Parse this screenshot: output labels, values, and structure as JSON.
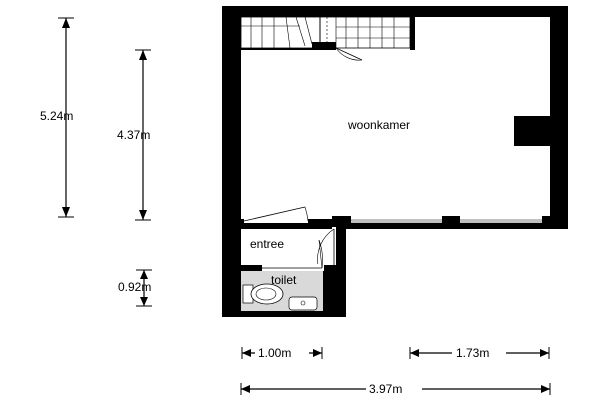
{
  "rooms": {
    "woonkamer": "woonkamer",
    "entree": "entree",
    "toilet": "toilet"
  },
  "dimensions": {
    "total_height": "5.24m",
    "living_height": "4.37m",
    "toilet_height": "0.92m",
    "entry_width": "1.00m",
    "right_width": "1.73m",
    "total_width": "3.97m"
  },
  "colors": {
    "wall": "#000000",
    "floor": "#ffffff",
    "toilet_floor": "#d9d9d9",
    "line": "#000000"
  }
}
